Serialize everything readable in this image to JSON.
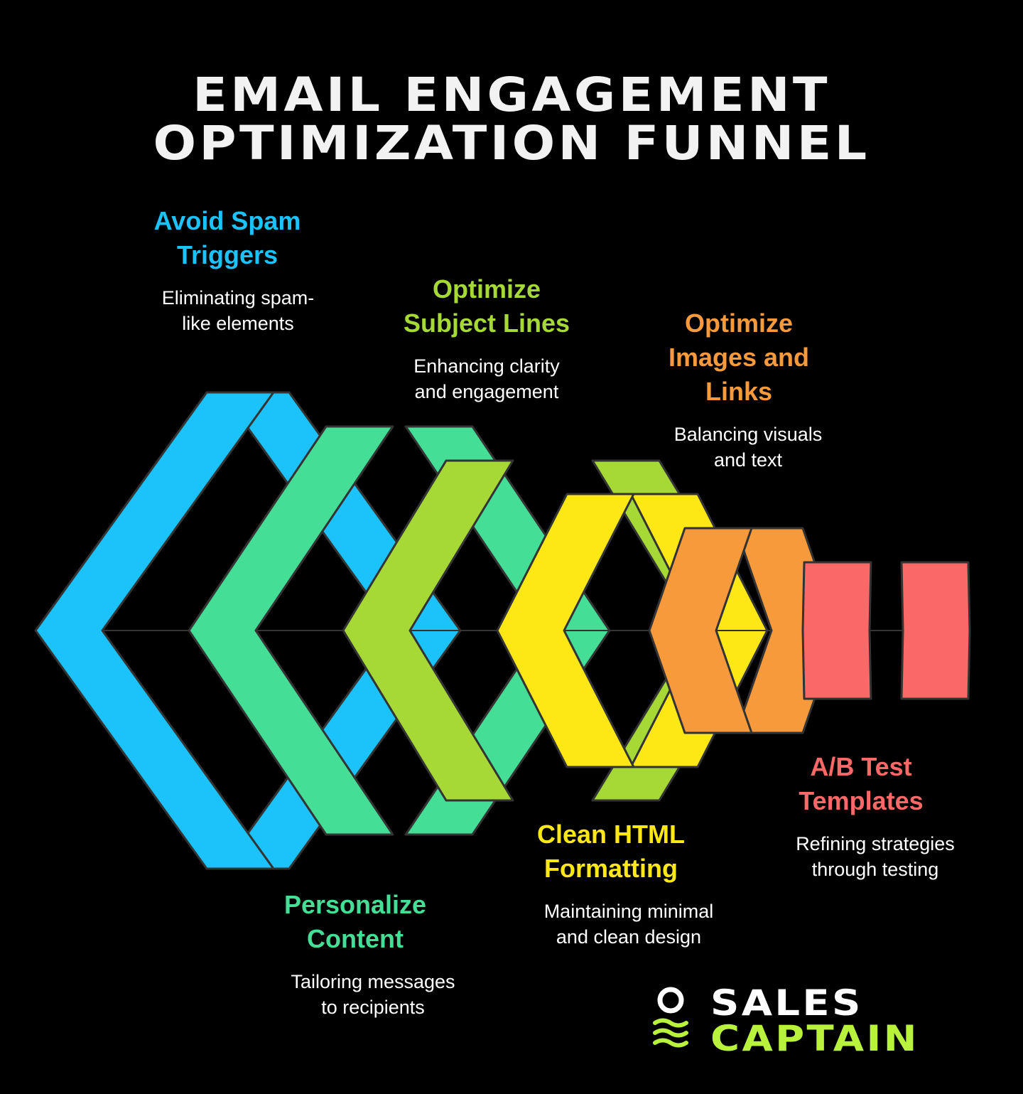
{
  "title": {
    "line1": "EMAIL ENGAGEMENT",
    "line2": "OPTIMIZATION FUNNEL"
  },
  "stages": [
    {
      "key": "avoid-spam-triggers",
      "title": "Avoid Spam\nTriggers",
      "description": "Eliminating spam-\nlike elements",
      "color": "#1bc3fa"
    },
    {
      "key": "personalize-content",
      "title": "Personalize\nContent",
      "description": "Tailoring messages\nto recipients",
      "color": "#44de96"
    },
    {
      "key": "optimize-subject-lines",
      "title": "Optimize\nSubject Lines",
      "description": "Enhancing clarity\nand engagement",
      "color": "#a6d936"
    },
    {
      "key": "clean-html-formatting",
      "title": "Clean HTML\nFormatting",
      "description": "Maintaining minimal\nand clean design",
      "color": "#fde816"
    },
    {
      "key": "optimize-images-and-links",
      "title": "Optimize\nImages and\nLinks",
      "description": "Balancing visuals\nand text",
      "color": "#f79a3c"
    },
    {
      "key": "ab-test-templates",
      "title": "A/B Test\nTemplates",
      "description": "Refining strategies\nthrough testing",
      "color": "#fb6868"
    }
  ],
  "logo": {
    "word1": "SALES",
    "word2": "CAPTAIN",
    "icon": "captain-wave-icon",
    "accent_color": "#b9f23c"
  }
}
